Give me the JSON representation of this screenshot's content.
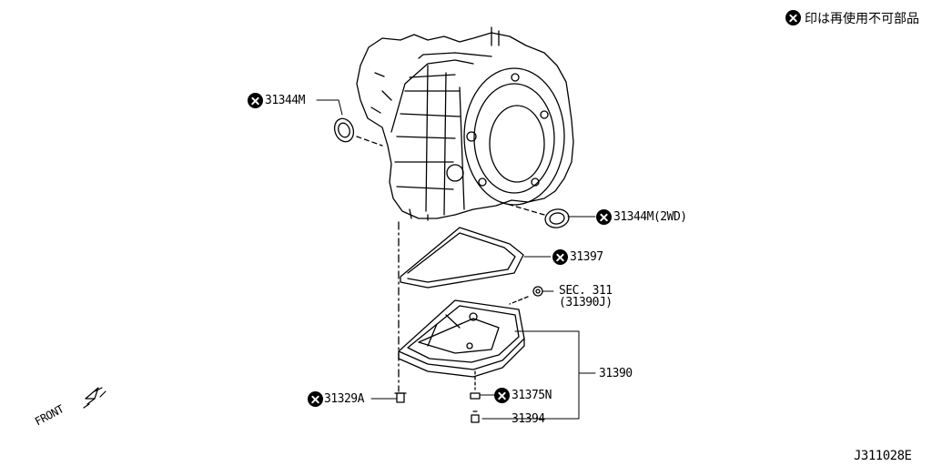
{
  "legend": {
    "icon": "non-reusable-part-icon",
    "text": "印は再使用不可部品"
  },
  "callouts": {
    "p31344m_left": "31344M",
    "p31344m_right": "31344M(2WD)",
    "p31397": "31397",
    "sec311_line1": "SEC. 311",
    "sec311_line2": "(31390J)",
    "p31390": "31390",
    "p31329a": "31329A",
    "p31375n": "31375N",
    "p31394": "31394"
  },
  "front_label": "FRONT",
  "drawing_id": "J311028E"
}
